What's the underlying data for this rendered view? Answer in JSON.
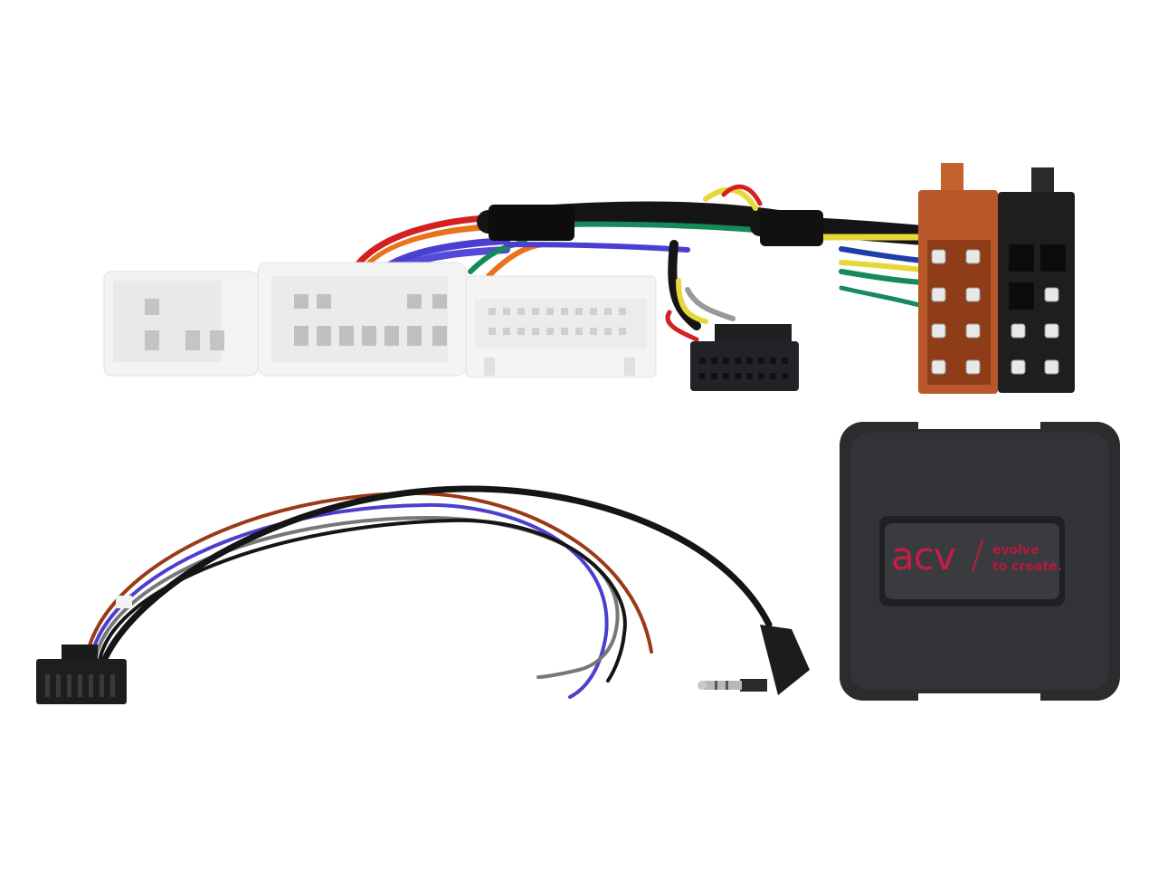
{
  "scene": {
    "description": "Steering wheel control interface kit product photo",
    "background": "#ffffff"
  },
  "module": {
    "brand": "acv",
    "separator": "/",
    "tagline_line1": "evolve",
    "tagline_line2": "to create.",
    "brand_color": "#c41e45",
    "body_color": "#2b2c2e"
  },
  "colors": {
    "white_connector": "#f1f1f1",
    "iso_orange": "#b8582a",
    "iso_black": "#1e1e1e",
    "wire_red": "#d42020",
    "wire_orange": "#e8731c",
    "wire_blue": "#4b3fcf",
    "wire_green": "#168a5a",
    "wire_yellow": "#e7d83a",
    "wire_brown": "#9a3a17",
    "wire_black": "#151515",
    "wire_grey": "#777777"
  }
}
